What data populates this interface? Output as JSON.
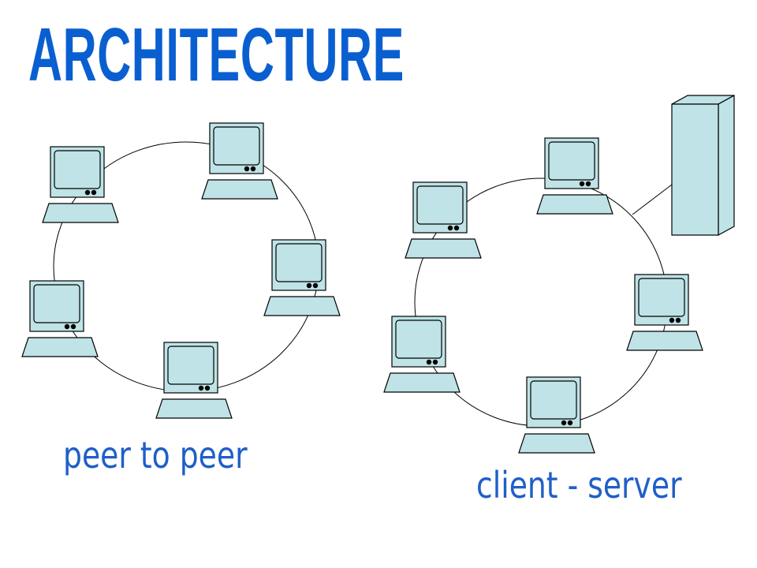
{
  "title": "ARCHITECTURE",
  "labels": {
    "peer_to_peer": "peer to peer",
    "client_server": "client - server"
  },
  "colors": {
    "title": "#0a5fd0",
    "label": "#1f5fc8",
    "device_fill": "#bfe3e6",
    "outline": "#000000"
  },
  "icons": [
    "computer-icon",
    "server-icon"
  ]
}
